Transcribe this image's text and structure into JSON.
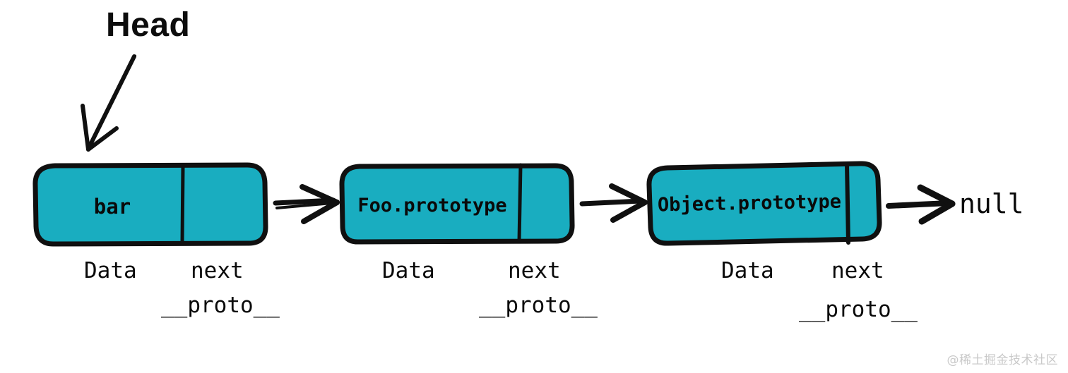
{
  "diagram": {
    "title_annotation": "Head",
    "terminator": "null",
    "watermark": "@稀土掘金技术社区",
    "colors": {
      "node_fill": "#19ADC0",
      "stroke": "#101010",
      "background": "#FFFFFF",
      "watermark": "#C9C9C9"
    },
    "nodes": [
      {
        "id": "node-bar",
        "value": "bar",
        "data_label": "Data",
        "next_label": "next",
        "proto_label": "__proto__"
      },
      {
        "id": "node-foo-prototype",
        "value": "Foo.prototype",
        "data_label": "Data",
        "next_label": "next",
        "proto_label": "__proto__"
      },
      {
        "id": "node-object-prototype",
        "value": "Object.prototype",
        "data_label": "Data",
        "next_label": "next",
        "proto_label": "__proto__"
      }
    ],
    "arrows": [
      {
        "id": "arrow-head",
        "from": "Head",
        "to": "node-bar"
      },
      {
        "id": "arrow-1",
        "from": "node-bar",
        "to": "node-foo-prototype"
      },
      {
        "id": "arrow-2",
        "from": "node-foo-prototype",
        "to": "node-object-prototype"
      },
      {
        "id": "arrow-3",
        "from": "node-object-prototype",
        "to": "null"
      }
    ]
  }
}
